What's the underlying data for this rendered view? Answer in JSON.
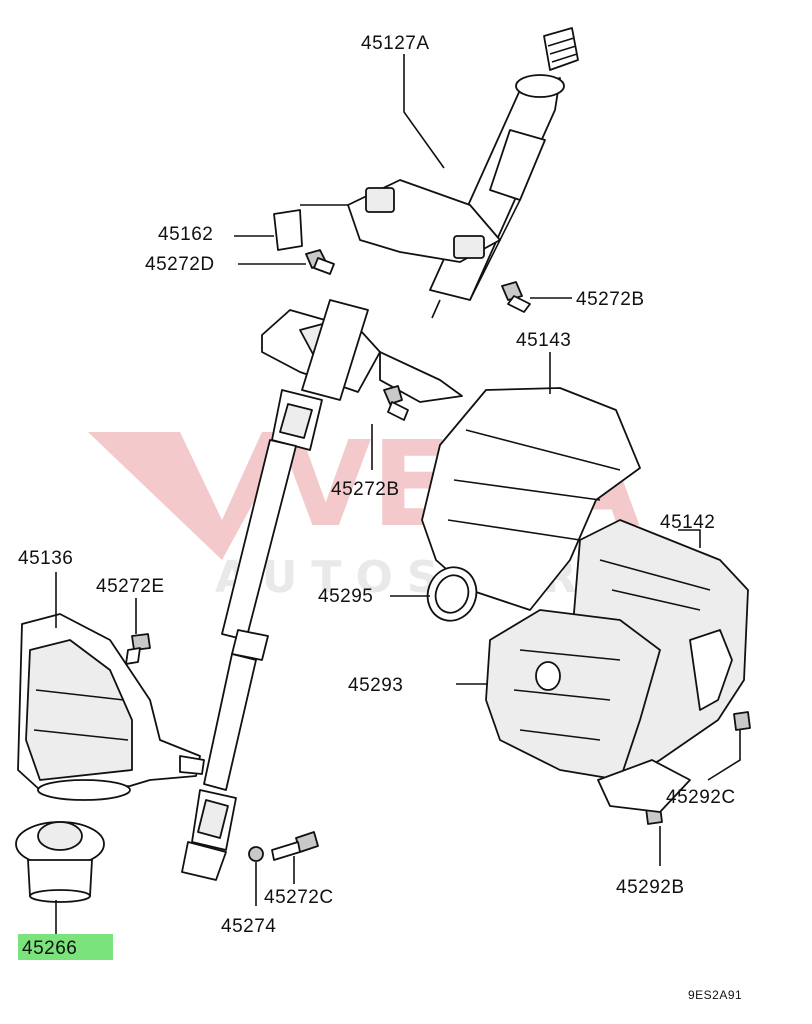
{
  "watermark": {
    "brand": "VEGA",
    "tagline": "AUTOSPARES"
  },
  "labels": {
    "l45127A": "45127A",
    "l45162": "45162",
    "l45272D": "45272D",
    "l45272B_top": "45272B",
    "l45143": "45143",
    "l45272B_mid": "45272B",
    "l45142": "45142",
    "l45136": "45136",
    "l45272E": "45272E",
    "l45295": "45295",
    "l45293": "45293",
    "l45292C": "45292C",
    "l45292B": "45292B",
    "l45274": "45274",
    "l45272C": "45272C",
    "l45266": "45266"
  },
  "highlight": {
    "part": "45266",
    "color": "#7be37b"
  },
  "diagram_code": "9ES2A91"
}
